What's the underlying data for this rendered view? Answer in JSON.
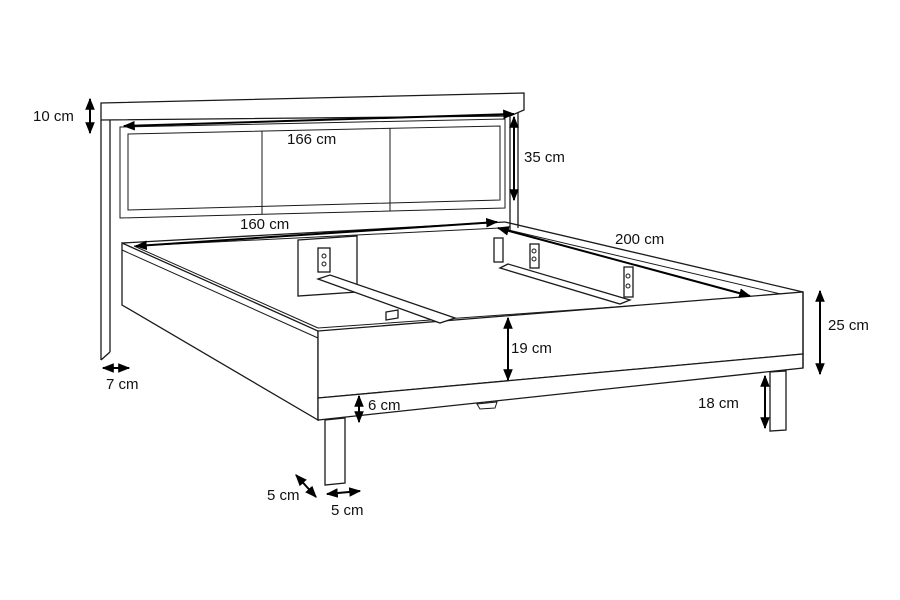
{
  "dimensions": {
    "headboard_top_height": "10 cm",
    "headboard_width": "166 cm",
    "headboard_panel_height": "35 cm",
    "inner_width": "160 cm",
    "inner_length": "200 cm",
    "frame_height": "25 cm",
    "side_rail_height": "19 cm",
    "clearance_height": "6 cm",
    "leg_height": "18 cm",
    "headboard_thickness": "7 cm",
    "leg_depth": "5 cm",
    "leg_width": "5 cm"
  },
  "colors": {
    "line": "#1a1a1a",
    "background": "#ffffff"
  }
}
